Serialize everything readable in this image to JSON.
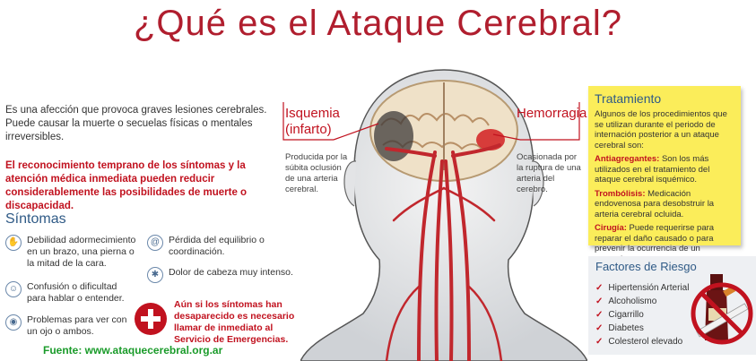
{
  "title": "¿Qué es el Ataque Cerebral?",
  "intro": "Es una afección que provoca graves lesiones cerebrales. Puede causar la muerte o secuelas físicas o mentales irreversibles.",
  "intro_highlight": "El reconocimiento temprano de los síntomas y la atención médica inmediata pueden reducir considerablemente las posibilidades de muerte o discapacidad.",
  "symptoms": {
    "title": "Síntomas",
    "items": [
      "Debilidad adormecimiento en un brazo, una pierna o la mitad de la cara.",
      "Confusión o dificultad para hablar o entender.",
      "Problemas para ver con un ojo o ambos.",
      "Pérdida del equilibrio o coordinación.",
      "Dolor de cabeza muy intenso."
    ]
  },
  "warning": "Aún si los síntomas han desaparecido es necesario llamar de inmediato al Servicio de Emergencias.",
  "source": "Fuente: www.ataquecerebral.org.ar",
  "ischemia": {
    "label_line1": "Isquemia",
    "label_line2": "(infarto)",
    "desc": "Producida por la súbita oclusión de una arteria cerebral."
  },
  "hemorrhage": {
    "label": "Hemorragia",
    "desc": "Ocasionada por la ruptura de una arteria del cerebro."
  },
  "treatment": {
    "title": "Tratamiento",
    "intro": "Algunos de los procedimientos que se utilizan durante el periodo de internación posterior a un ataque cerebral son:",
    "items": [
      {
        "term": "Antiagregantes:",
        "text": "Son los más utilizados en el tratamiento del ataque cerebral isquémico."
      },
      {
        "term": "Trombólisis:",
        "text": "Medicación endovenosa para desobstruir la arteria cerebral ocluida."
      },
      {
        "term": "Cirugía:",
        "text": "Puede requerirse para reparar el daño causado o para prevenir la ocurrencia de un segundo ataque."
      }
    ]
  },
  "risk_factors": {
    "title": "Factores de Riesgo",
    "items": [
      "Hipertensión Arterial",
      "Alcoholismo",
      "Cigarrillo",
      "Diabetes",
      "Colesterol elevado"
    ]
  },
  "colors": {
    "accent_red": "#c1121f",
    "title_red": "#b01e2e",
    "heading_blue": "#2f5a86",
    "note_yellow": "#fbed5a",
    "source_green": "#1a9b2a"
  },
  "icons": [
    "arm-numb-icon",
    "speech-icon",
    "eye-icon",
    "balance-icon",
    "headache-icon",
    "emergency-cross-icon",
    "no-smoking-drinking-icon"
  ]
}
